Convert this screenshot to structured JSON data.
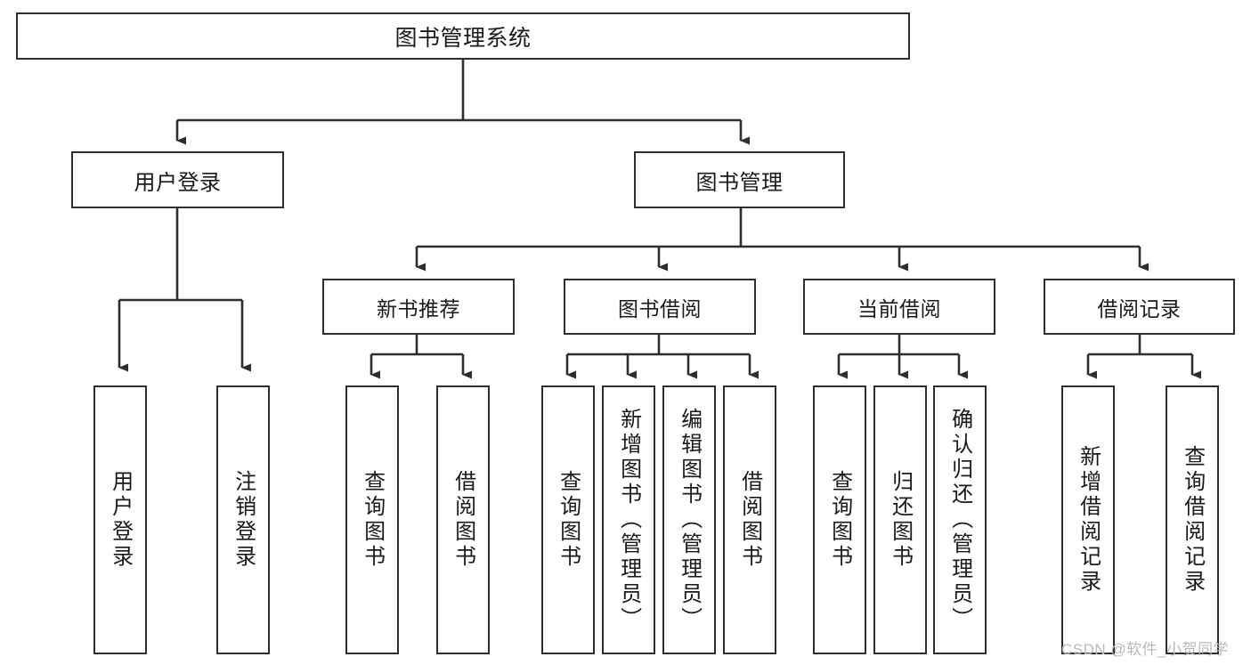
{
  "diagram": {
    "title": "图书管理系统",
    "watermark": "CSDN @软件_小贺同学",
    "colors": {
      "stroke": "#2e2e2e",
      "fill": "#ffffff",
      "text": "#1a1a1a",
      "watermark": "#b9b9b9"
    },
    "nodes": {
      "root": {
        "label": "图书管理系统"
      },
      "level2": [
        {
          "label": "用户登录"
        },
        {
          "label": "图书管理"
        }
      ],
      "level3": [
        {
          "label": "新书推荐"
        },
        {
          "label": "图书借阅"
        },
        {
          "label": "当前借阅"
        },
        {
          "label": "借阅记录"
        }
      ],
      "leaves": [
        {
          "label": "用户登录"
        },
        {
          "label": "注销登录"
        },
        {
          "label": "查询图书"
        },
        {
          "label": "借阅图书"
        },
        {
          "label": "查询图书"
        },
        {
          "label": "新增图书（管理员）"
        },
        {
          "label": "编辑图书（管理员）"
        },
        {
          "label": "借阅图书"
        },
        {
          "label": "查询图书"
        },
        {
          "label": "归还图书"
        },
        {
          "label": "确认归还（管理员）"
        },
        {
          "label": "新增借阅记录"
        },
        {
          "label": "查询借阅记录"
        }
      ]
    }
  }
}
